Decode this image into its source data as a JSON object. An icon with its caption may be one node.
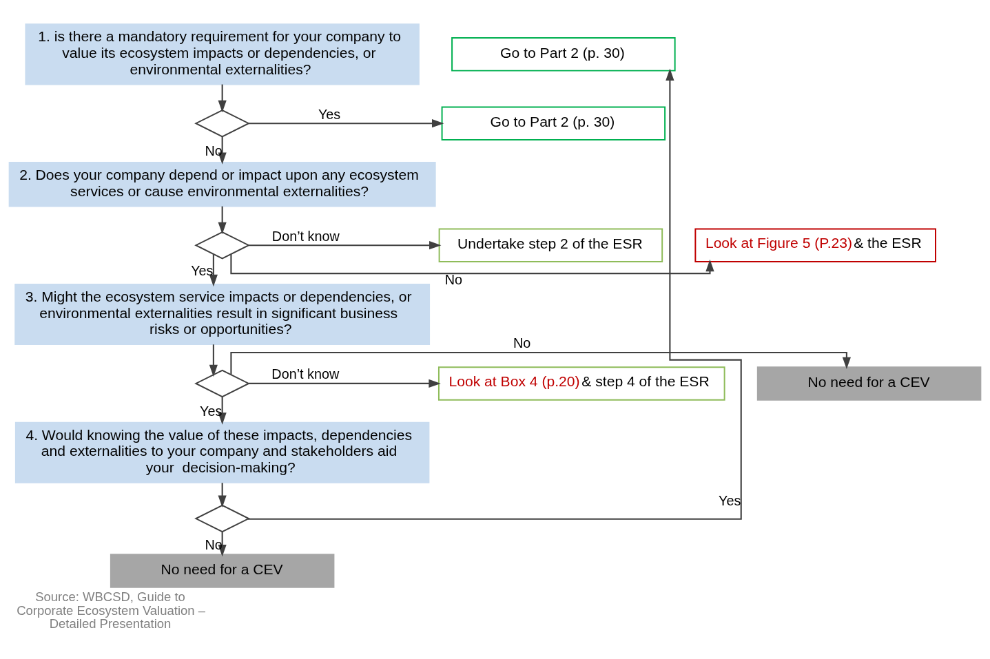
{
  "diagram": {
    "caption": "Source: WBCSD, Guide to Corporate Ecosystem Valuation – Detailed Presentation",
    "nodes": [
      {
        "text": [
          "1. is there a mandatory requirement for your company to value its ecosystem impacts or dependencies, or environmental externalities?"
        ]
      },
      {
        "text": [],
        "shape": "diamond"
      },
      {
        "text": [
          "Go to Part 2 (p. 30)"
        ]
      },
      {
        "text": [
          "2. Does your company depend or impact upon any ecosystem services or cause environmental externalities?"
        ]
      },
      {
        "text": [],
        "shape": "diamond"
      },
      {
        "text": [
          "Undertake step 2 of the ESR"
        ]
      },
      {
        "text": [
          "Look at Figure 5 (P.23)",
          "& the ESR"
        ]
      },
      {
        "text": [
          "3. Might the ecosystem service impacts or dependencies, or environmental externalities result in significant business risks or opportunities?"
        ]
      },
      {
        "text": [],
        "shape": "diamond"
      },
      {
        "text": [
          "Look at Box 4 (p.20)",
          "& step 4 of the ESR"
        ]
      },
      {
        "text": [
          "No need for a CEV"
        ]
      },
      {
        "text": [
          "4. Would knowing the value of these impacts, dependencies and externalities to your company and stakeholders aid your  decision-making?"
        ]
      },
      {
        "text": [],
        "shape": "diamond"
      },
      {
        "text": [
          "No need for a CEV"
        ]
      },
      {
        "text": [
          "Go to Part 2 (p. 30)"
        ]
      }
    ],
    "edges": [
      {
        "from": 0,
        "to": 1,
        "arrow": "to"
      },
      {
        "from": 1,
        "to": 2,
        "arrow": "to",
        "label": "Yes"
      },
      {
        "from": 1,
        "to": 3,
        "arrow": "to",
        "label": "No"
      },
      {
        "from": 3,
        "to": 4,
        "arrow": "to"
      },
      {
        "from": 4,
        "to": 5,
        "arrow": "to",
        "label": "Don’t know"
      },
      {
        "from": 4,
        "to": 6,
        "arrow": "to",
        "label": "No"
      },
      {
        "from": 4,
        "to": 7,
        "arrow": "to",
        "label": "Yes"
      },
      {
        "from": 7,
        "to": 8,
        "arrow": "to"
      },
      {
        "from": 8,
        "to": 9,
        "arrow": "to",
        "label": "Don’t know"
      },
      {
        "from": 8,
        "to": 10,
        "arrow": "to",
        "label": "No"
      },
      {
        "from": 8,
        "to": 11,
        "arrow": "to",
        "label": "Yes"
      },
      {
        "from": 11,
        "to": 12,
        "arrow": "to"
      },
      {
        "from": 12,
        "to": 13,
        "arrow": "to",
        "label": "No"
      },
      {
        "from": 12,
        "to": 14,
        "arrow": "to",
        "label": "Yes"
      }
    ]
  }
}
